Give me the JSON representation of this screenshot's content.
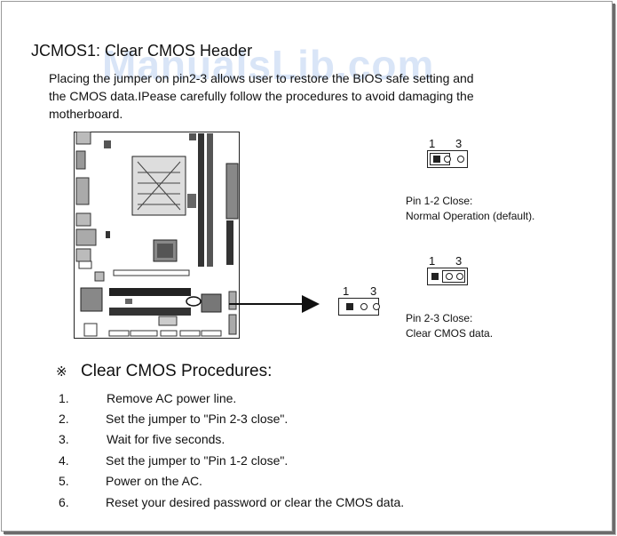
{
  "watermark": "ManualsLib.com",
  "title": "JCMOS1: Clear CMOS Header",
  "intro": [
    "Placing the jumper on pin2-3 allows user to restore the BIOS safe setting and",
    "the CMOS data.IPease carefully follow the procedures to avoid damaging the",
    "motherboard."
  ],
  "jumpers": {
    "top": {
      "pin_a": "1",
      "pin_b": "3",
      "caption": [
        "Pin 1-2 Close:",
        "Normal Operation (default)."
      ]
    },
    "mid": {
      "pin_a": "1",
      "pin_b": "3",
      "caption": [
        "Pin 2-3 Close:",
        "Clear CMOS data."
      ]
    },
    "board": {
      "pin_a": "1",
      "pin_b": "3"
    }
  },
  "procedures": {
    "mark": "※",
    "title": "Clear CMOS Procedures:",
    "steps": [
      {
        "num": "1.",
        "text": "Remove AC power line."
      },
      {
        "num": "2.",
        "text": "Set the jumper to \"Pin 2-3 close\"."
      },
      {
        "num": "3.",
        "text": "Wait for five seconds."
      },
      {
        "num": "4.",
        "text": "Set the jumper to \"Pin 1-2 close\"."
      },
      {
        "num": "5.",
        "text": "Power on the AC."
      },
      {
        "num": "6.",
        "text": "Reset your desired password or clear the CMOS data."
      }
    ]
  }
}
